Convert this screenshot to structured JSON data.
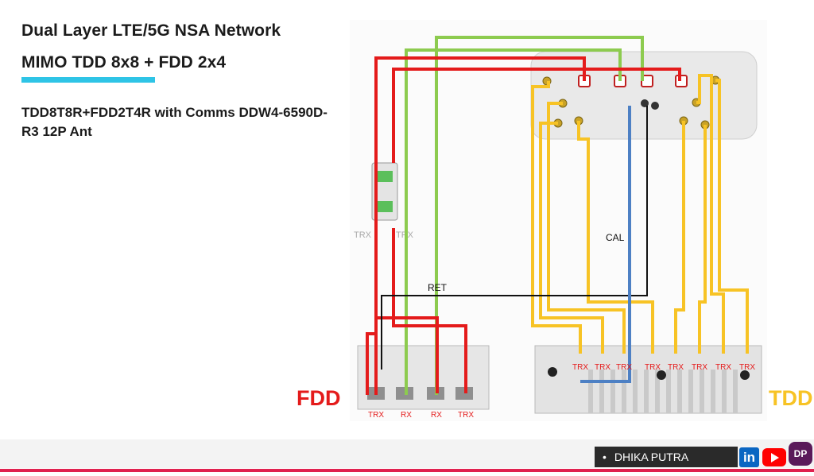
{
  "slide": {
    "title_line1": "Dual Layer LTE/5G NSA Network",
    "title_line2": "MIMO TDD 8x8 + FDD 2x4",
    "subtitle": "TDD8T8R+FDD2T4R with Comms DDW4-6590D-R3 12P Ant",
    "accent_color": "#2ec4e6"
  },
  "diagram": {
    "fdd_label": "FDD",
    "tdd_label": "TDD",
    "cal_label": "CAL",
    "ret_label": "RET",
    "combiner_left_label": "TRX",
    "combiner_right_label": "TRX",
    "fdd_ports": [
      "TRX",
      "RX",
      "RX",
      "TRX"
    ],
    "tdd_ports": [
      "TRX",
      "TRX",
      "TRX",
      "TRX",
      "TRX",
      "TRX",
      "TRX",
      "TRX"
    ],
    "colors": {
      "fdd_trx": "#e41b1b",
      "fdd_rx": "#8dcb4f",
      "tdd": "#f7c325",
      "cal": "#4d80c4",
      "ret": "#111111",
      "fdd_text": "#e41b1b",
      "tdd_text": "#f7c325"
    }
  },
  "footer": {
    "presenter": "DHIKA PUTRA",
    "linkedin_icon": "in",
    "youtube_icon": "youtube-icon",
    "logo_text": "DP"
  }
}
